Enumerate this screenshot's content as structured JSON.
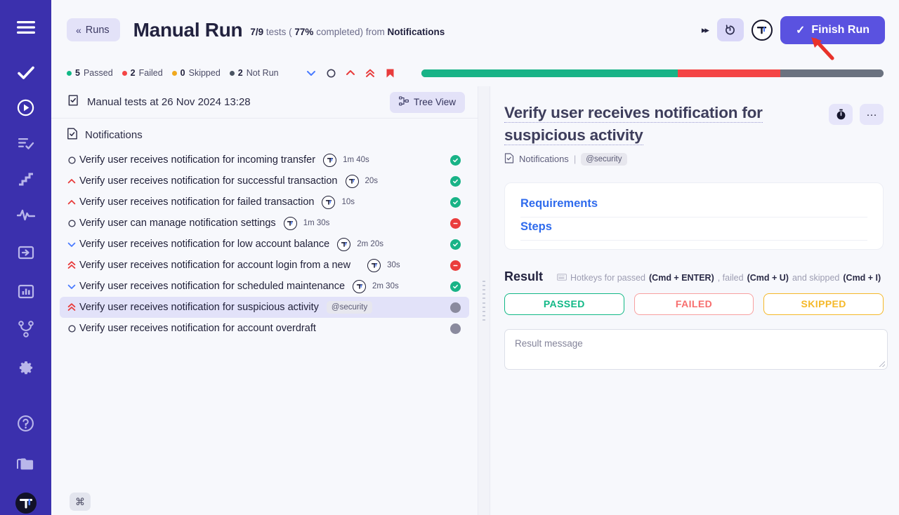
{
  "colors": {
    "rail_bg": "#3b30ad",
    "accent": "#5a52e0",
    "passed": "#11b886",
    "failed": "#f44545",
    "skipped": "#f0a91e",
    "not_run": "#6b7280",
    "link": "#2f6bed",
    "annotation_arrow": "#e8322a"
  },
  "sidebar": {
    "items": [
      {
        "name": "menu-icon",
        "label": "Menu"
      },
      {
        "name": "check-icon",
        "label": "Tests"
      },
      {
        "name": "play-circle-icon",
        "label": "Runs"
      },
      {
        "name": "list-check-icon",
        "label": "Test Plans"
      },
      {
        "name": "steps-icon",
        "label": "Shared Steps"
      },
      {
        "name": "activity-icon",
        "label": "Activity"
      },
      {
        "name": "import-icon",
        "label": "Import"
      },
      {
        "name": "chart-icon",
        "label": "Reports"
      },
      {
        "name": "branch-icon",
        "label": "Integrations"
      },
      {
        "name": "gear-icon",
        "label": "Settings"
      },
      {
        "name": "help-circle-icon",
        "label": "Help"
      },
      {
        "name": "folder-icon",
        "label": "Projects"
      },
      {
        "name": "workspace-avatar",
        "label": "Workspace"
      }
    ]
  },
  "header": {
    "back_label": "Runs",
    "back_chevrons": "«",
    "title": "Manual Run",
    "meta_ratio": "7/9",
    "meta_tests": "tests (",
    "meta_percent": "77%",
    "meta_completed": "completed) from",
    "meta_source": "Notifications",
    "fast_forward_icon": "▸▸",
    "timer_button": "timer-icon",
    "avatar": "T",
    "finish_label": "Finish Run",
    "finish_check": "✓"
  },
  "statusbar": {
    "counts": [
      {
        "value": "5",
        "label": "Passed",
        "color": "#11b886"
      },
      {
        "value": "2",
        "label": "Failed",
        "color": "#f44545"
      },
      {
        "value": "0",
        "label": "Skipped",
        "color": "#f0a91e"
      },
      {
        "value": "2",
        "label": "Not Run",
        "color": "#4b5563"
      }
    ],
    "priority_filters": [
      {
        "name": "priority-low-icon",
        "label": "Low"
      },
      {
        "name": "priority-normal-icon",
        "label": "Normal"
      },
      {
        "name": "priority-high-icon",
        "label": "High"
      },
      {
        "name": "priority-critical-icon",
        "label": "Critical"
      },
      {
        "name": "priority-blocker-icon",
        "label": "Blocker"
      }
    ],
    "progress": {
      "passed_pct": 55.5,
      "failed_pct": 22.2,
      "not_run_pct": 22.3
    }
  },
  "list": {
    "head_title": "Manual tests at 26 Nov 2024 13:28",
    "tree_view_label": "Tree View",
    "suite_name": "Notifications",
    "tests": [
      {
        "priority": "normal",
        "name": "Verify user receives notification for incoming transfer",
        "avatar": "T",
        "duration": "1m 40s",
        "tag": "",
        "status": "passed"
      },
      {
        "priority": "high",
        "name": "Verify user receives notification for successful transaction",
        "avatar": "T",
        "duration": "20s",
        "tag": "",
        "status": "passed"
      },
      {
        "priority": "high",
        "name": "Verify user receives notification for failed transaction",
        "avatar": "T",
        "duration": "10s",
        "tag": "",
        "status": "passed"
      },
      {
        "priority": "normal",
        "name": "Verify user can manage notification settings",
        "avatar": "T",
        "duration": "1m 30s",
        "tag": "",
        "status": "failed"
      },
      {
        "priority": "low",
        "name": "Verify user receives notification for low account balance",
        "avatar": "T",
        "duration": "2m 20s",
        "tag": "",
        "status": "passed"
      },
      {
        "priority": "critical",
        "name": "Verify user receives notification for account login from a new",
        "avatar": "T",
        "duration": "30s",
        "tag": "",
        "status": "failed"
      },
      {
        "priority": "low",
        "name": "Verify user receives notification for scheduled maintenance",
        "avatar": "T",
        "duration": "2m 30s",
        "tag": "",
        "status": "passed"
      },
      {
        "priority": "critical",
        "name": "Verify user receives notification for suspicious activity",
        "avatar": "",
        "duration": "",
        "tag": "@security",
        "status": "not_run",
        "selected": true
      },
      {
        "priority": "normal",
        "name": "Verify user receives notification for account overdraft",
        "avatar": "",
        "duration": "",
        "tag": "",
        "status": "not_run"
      }
    ]
  },
  "detail": {
    "title": "Verify user receives notification for suspicious activity",
    "timer_button": "stopwatch-icon",
    "more_button": "···",
    "breadcrumb_suite": "Notifications",
    "breadcrumb_sep": "|",
    "breadcrumb_tag": "@security",
    "sections": [
      {
        "label": "Requirements"
      },
      {
        "label": "Steps"
      }
    ],
    "result_label": "Result",
    "hotkeys_prefix": "Hotkeys for passed",
    "hotkeys_pass_key": "(Cmd + ENTER)",
    "hotkeys_mid": ", failed",
    "hotkeys_fail_key": "(Cmd + U)",
    "hotkeys_and": "and skipped",
    "hotkeys_skip_key": "(Cmd + I)",
    "result_buttons": [
      {
        "label": "PASSED",
        "kind": "passed"
      },
      {
        "label": "FAILED",
        "kind": "failed"
      },
      {
        "label": "SKIPPED",
        "kind": "skipped"
      }
    ],
    "message_placeholder": "Result message"
  },
  "footer": {
    "cmd_badge": "⌘"
  }
}
